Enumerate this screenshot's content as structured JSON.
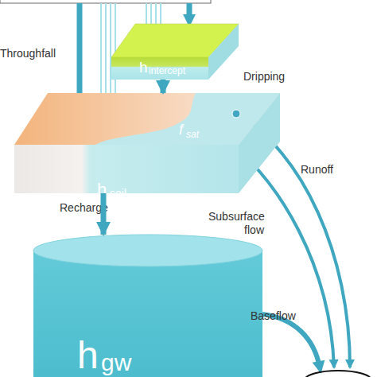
{
  "diagram": {
    "nodes": [
      {
        "text": [
          "h",
          "intercept"
        ]
      },
      {
        "text": [
          "h",
          "soil",
          "f",
          "sat"
        ]
      },
      {
        "text": [
          "h",
          "gw"
        ]
      }
    ],
    "edges": [
      {
        "from": 0,
        "to": 1,
        "arrow": "to",
        "label": "Dripping"
      },
      {
        "from": 1,
        "to": 2,
        "arrow": "to",
        "label": "Recharge"
      }
    ],
    "labels": [
      "Throughfall",
      "Subsurface flow",
      "Runoff",
      "Baseflow"
    ]
  }
}
